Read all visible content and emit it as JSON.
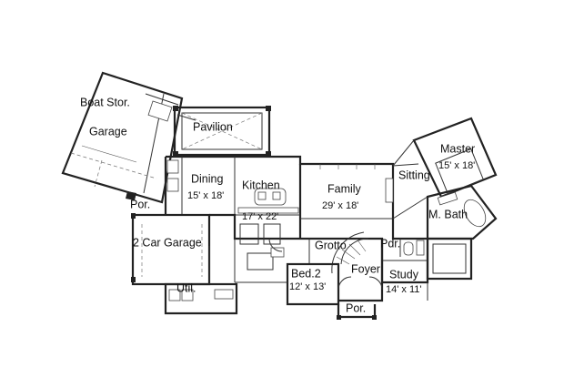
{
  "rooms": [
    {
      "id": "boat-storage",
      "label": "Boat Stor.",
      "size": ""
    },
    {
      "id": "garage",
      "label": "Garage",
      "size": ""
    },
    {
      "id": "pavilion",
      "label": "Pavilion",
      "size": ""
    },
    {
      "id": "dining",
      "label": "Dining",
      "size": "15' x 18'"
    },
    {
      "id": "kitchen",
      "label": "Kitchen",
      "size": "17' x 22'"
    },
    {
      "id": "family",
      "label": "Family",
      "size": "29' x 18'"
    },
    {
      "id": "sitting",
      "label": "Sitting",
      "size": ""
    },
    {
      "id": "master",
      "label": "Master",
      "size": "15' x 18'"
    },
    {
      "id": "master-bath",
      "label": "M. Bath",
      "size": ""
    },
    {
      "id": "porch-side",
      "label": "Por.",
      "size": ""
    },
    {
      "id": "two-car-garage",
      "label": "2 Car Garage",
      "size": ""
    },
    {
      "id": "grotto",
      "label": "Grotto",
      "size": ""
    },
    {
      "id": "powder",
      "label": "Pdr.",
      "size": ""
    },
    {
      "id": "foyer",
      "label": "Foyer",
      "size": ""
    },
    {
      "id": "bedroom-2",
      "label": "Bed.2",
      "size": "12' x 13'"
    },
    {
      "id": "study",
      "label": "Study",
      "size": "14' x 11'"
    },
    {
      "id": "utility",
      "label": "Util.",
      "size": ""
    },
    {
      "id": "porch-front",
      "label": "Por.",
      "size": ""
    }
  ],
  "colors": {
    "wall": "#222222",
    "background": "#ffffff"
  }
}
